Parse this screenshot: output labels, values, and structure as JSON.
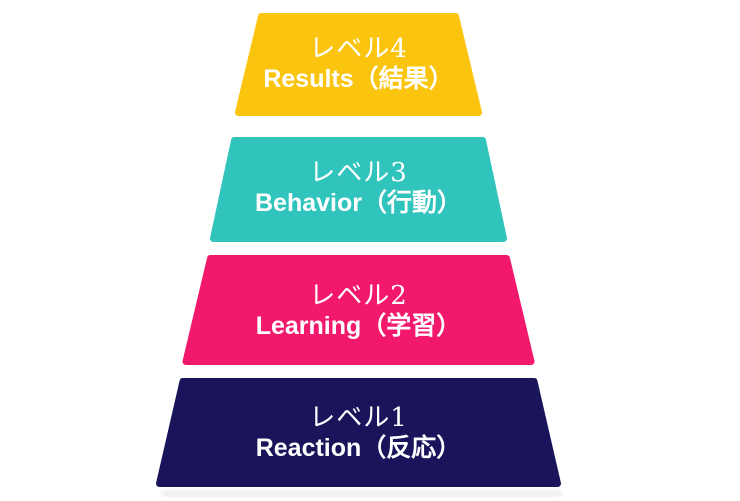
{
  "theme": {
    "background": "#ffffff",
    "text_color": "#ffffff",
    "shadow_color": "#d9d9d9"
  },
  "pyramid": {
    "description": "four-level training evaluation pyramid",
    "levels": [
      {
        "id": "level-4",
        "line1": "レベル4",
        "line2": "Results（結果）",
        "fill": "#fbc40f"
      },
      {
        "id": "level-3",
        "line1": "レベル3",
        "line2": "Behavior（行動）",
        "fill": "#31c4bd"
      },
      {
        "id": "level-2",
        "line1": "レベル2",
        "line2": "Learning（学習）",
        "fill": "#f2186b"
      },
      {
        "id": "level-1",
        "line1": "レベル1",
        "line2": "Reaction（反応）",
        "fill": "#1a145a"
      }
    ]
  }
}
